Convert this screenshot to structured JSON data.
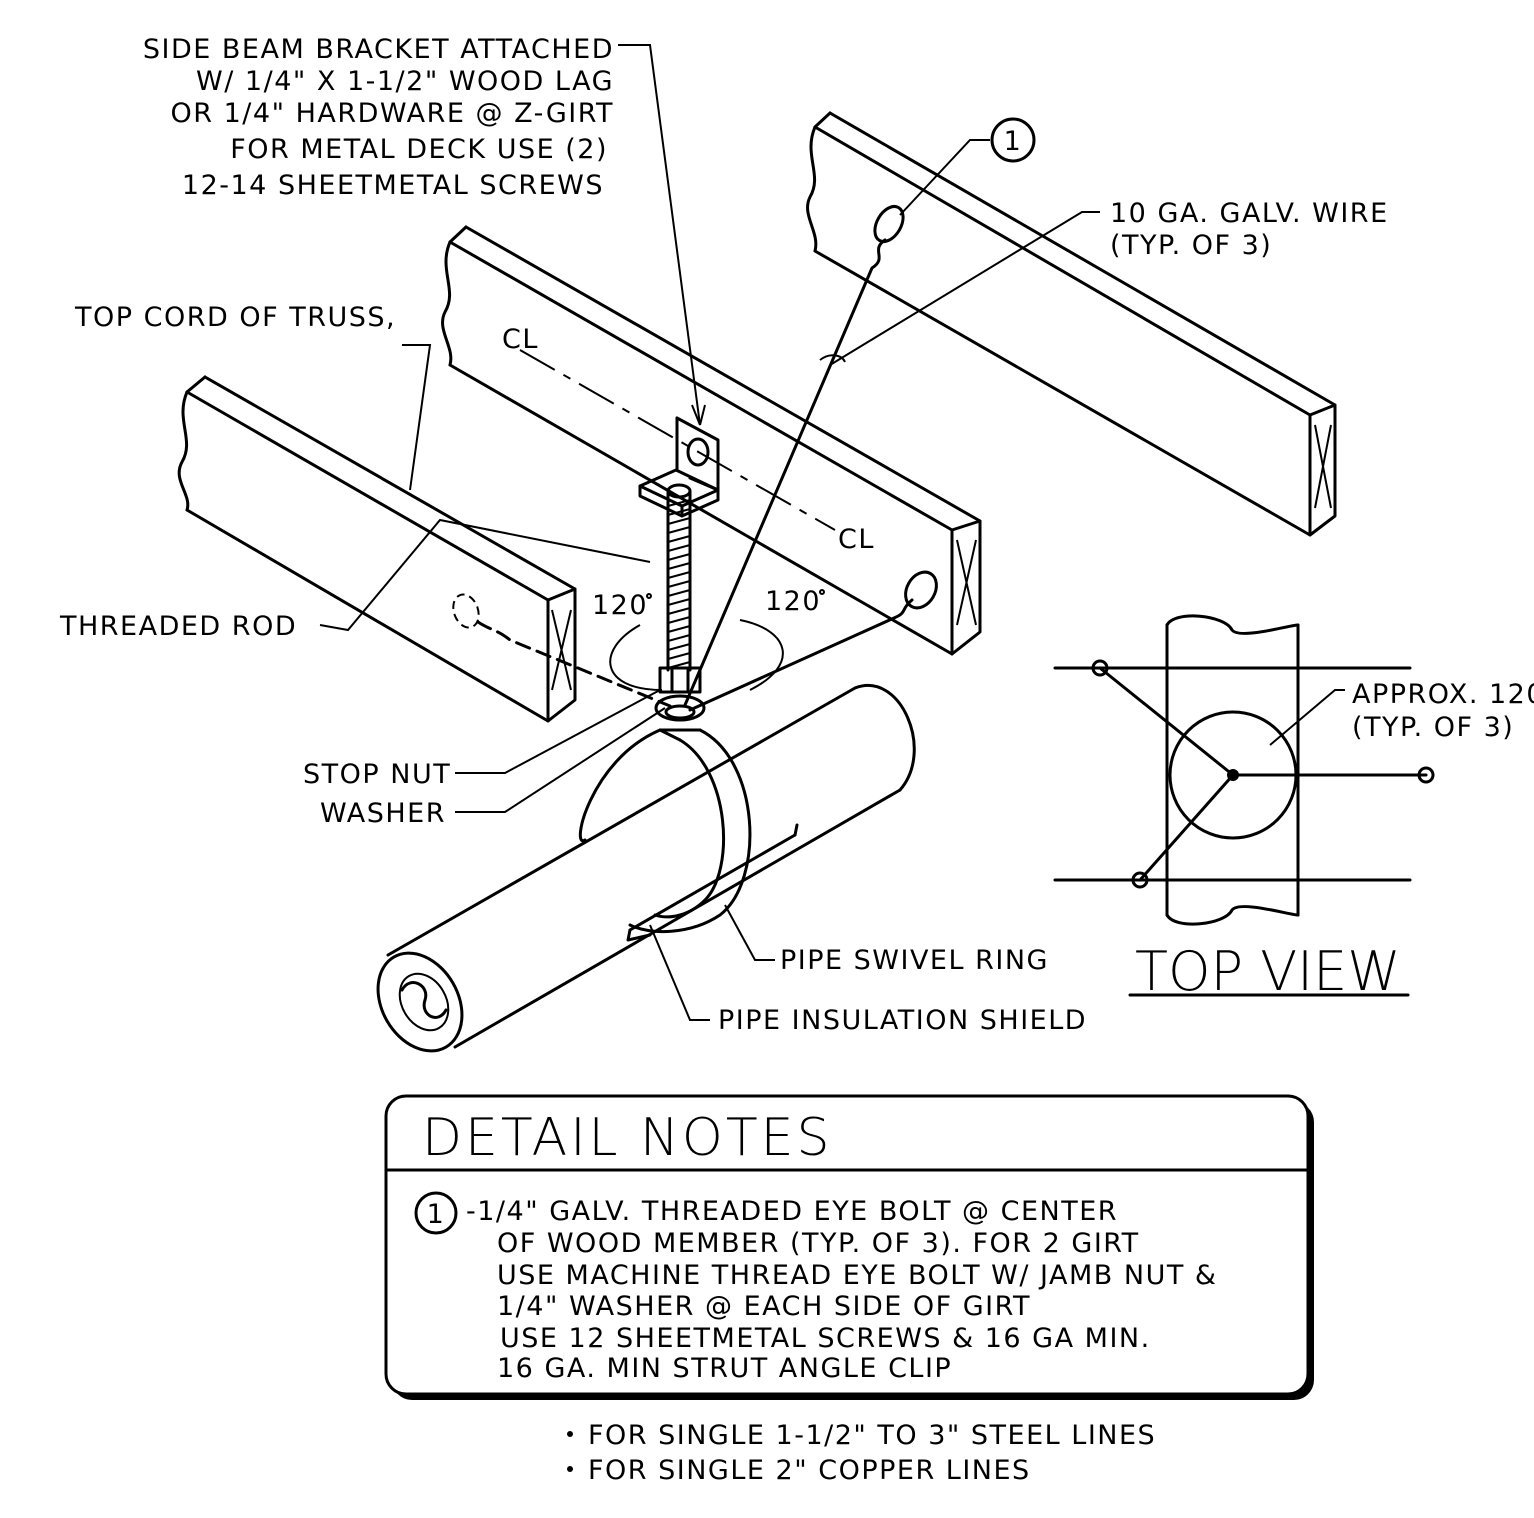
{
  "callouts": {
    "side_beam": [
      "SIDE BEAM BRACKET ATTACHED",
      "W/ 1/4\" X 1-1/2\" WOOD LAG",
      "OR 1/4\" HARDWARE @ Z-GIRT",
      "FOR METAL DECK USE (2)",
      "12-14 SHEETMETAL SCREWS"
    ],
    "wire": [
      "10 GA. GALV. WIRE",
      "(TYP. OF 3)"
    ],
    "top_cord": "TOP CORD OF TRUSS,",
    "threaded_rod": "THREADED ROD",
    "stop_nut": "STOP NUT",
    "washer": "WASHER",
    "swivel_ring": "PIPE SWIVEL RING",
    "insulation_shield": "PIPE INSULATION SHIELD",
    "approx": [
      "APPROX. 120",
      "(TYP. OF 3)"
    ],
    "angle_left": "120",
    "angle_right": "120",
    "centerline_symbol": "CL",
    "marker_number": "1"
  },
  "top_view": {
    "title": "TOP VIEW"
  },
  "detail_notes": {
    "title": "DETAIL NOTES",
    "marker": "1",
    "lines": [
      "-1/4\" GALV. THREADED EYE BOLT @ CENTER",
      "OF WOOD MEMBER (TYP. OF 3).  FOR 2 GIRT",
      "USE MACHINE THREAD EYE BOLT W/ JAMB NUT &",
      "1/4\" WASHER @ EACH SIDE OF GIRT",
      "USE 12 SHEETMETAL SCREWS & 16 GA MIN.",
      "16 GA. MIN STRUT ANGLE CLIP"
    ]
  },
  "bullets": [
    "FOR SINGLE 1-1/2\" TO 3\" STEEL LINES",
    "FOR SINGLE 2\" COPPER LINES"
  ]
}
